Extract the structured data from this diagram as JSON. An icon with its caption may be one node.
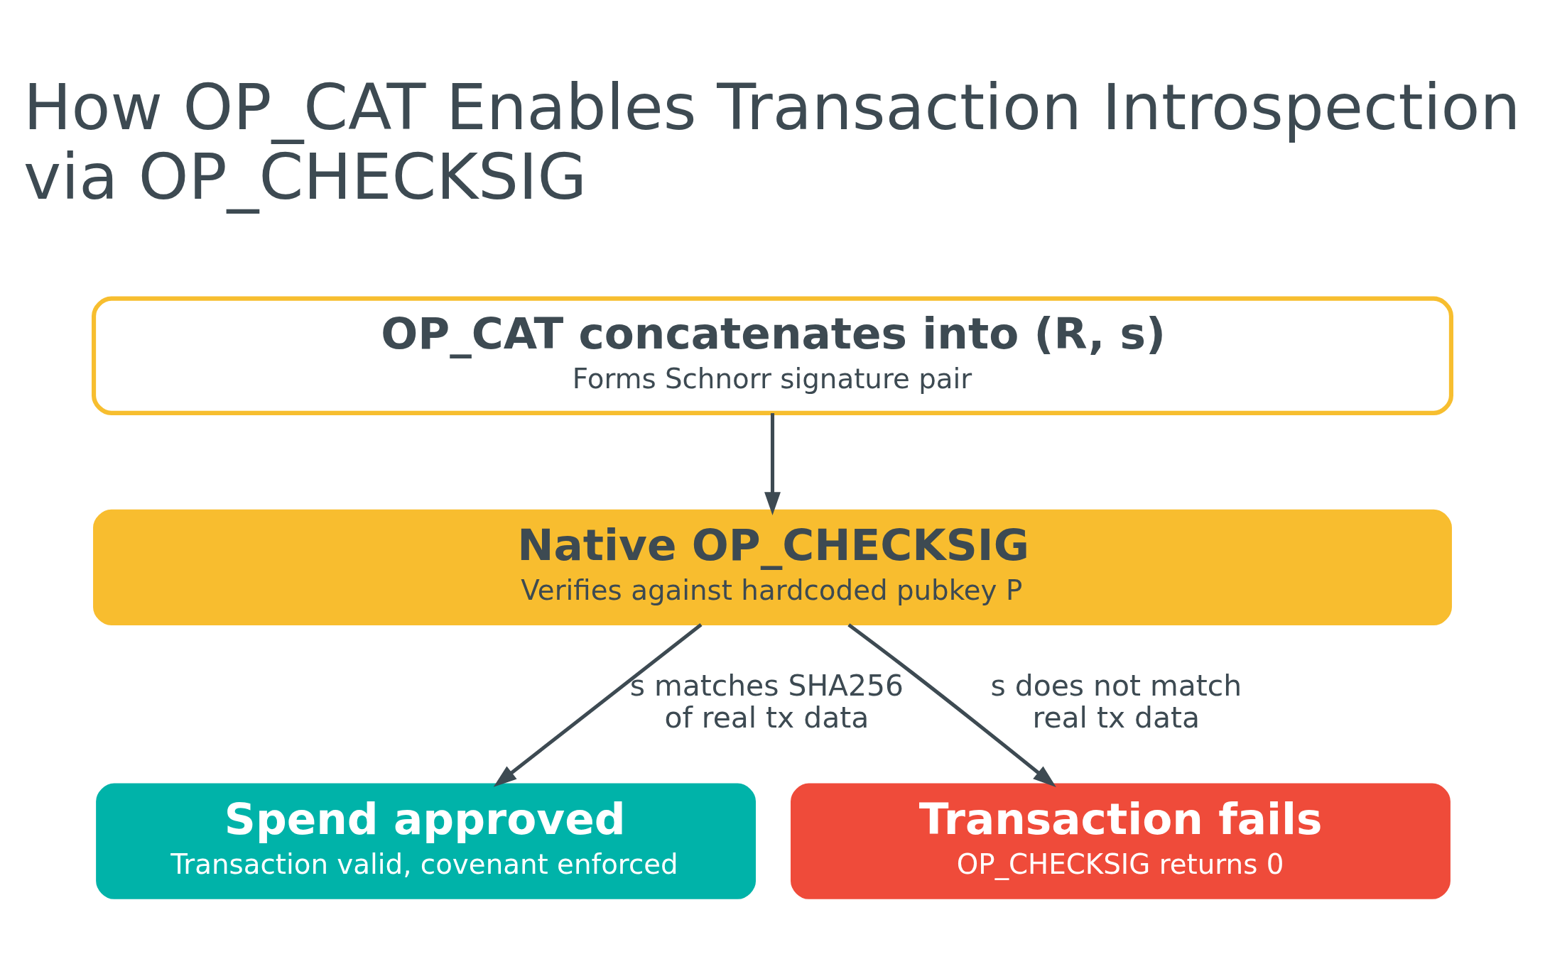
{
  "diagram": {
    "title": "How OP_CAT Enables Transaction Introspection via OP_CHECKSIG",
    "nodes": [
      {
        "text": [
          "OP_CAT concatenates into (R, s)",
          "Forms Schnorr signature pair"
        ]
      },
      {
        "text": [
          "Native OP_CHECKSIG",
          "Verifies against hardcoded pubkey P"
        ]
      },
      {
        "text": [
          "Spend approved",
          "Transaction valid, covenant enforced"
        ]
      },
      {
        "text": [
          "Transaction fails",
          "OP_CHECKSIG returns 0"
        ]
      }
    ],
    "edges": [
      {
        "from": 0,
        "to": 1,
        "arrow": "to"
      },
      {
        "from": 1,
        "to": 2,
        "arrow": "to",
        "label": "s matches SHA256 of real tx data"
      },
      {
        "from": 1,
        "to": 3,
        "arrow": "to",
        "label": "s does not match real tx data"
      }
    ]
  }
}
